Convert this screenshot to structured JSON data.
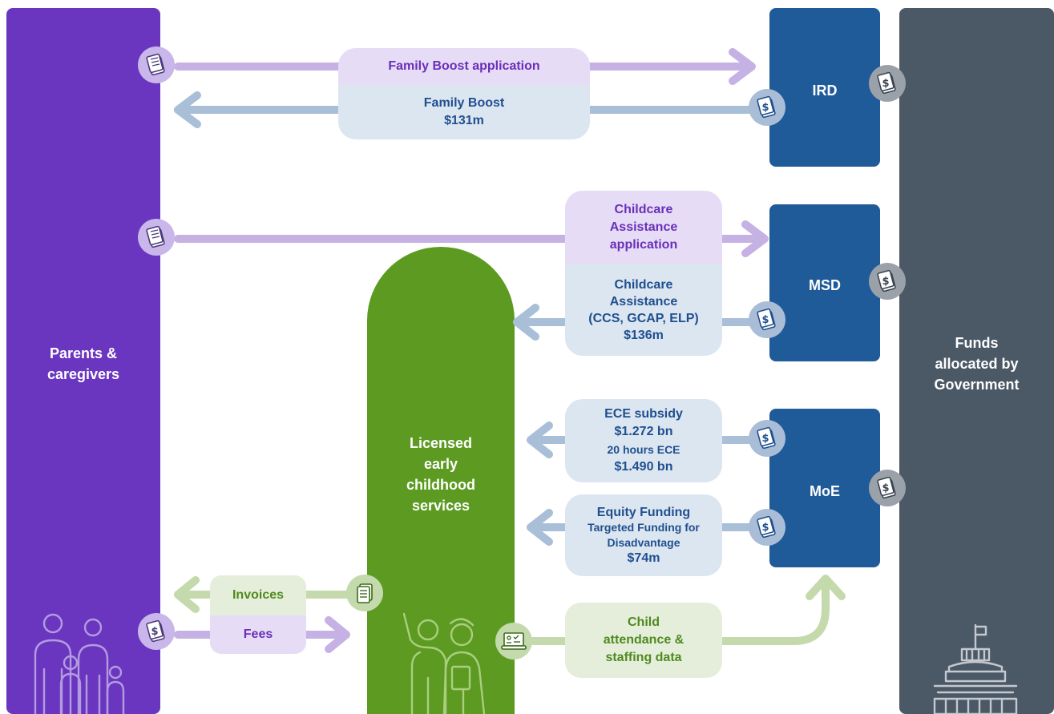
{
  "left_column": {
    "label": "Parents &\ncaregivers",
    "color": "#6a36bf"
  },
  "right_column": {
    "label": "Funds\nallocated by\nGovernment",
    "color": "#4b5866"
  },
  "agencies": {
    "ird": "IRD",
    "msd": "MSD",
    "moe": "MoE",
    "color": "#1f5a99"
  },
  "ece_services": {
    "label": "Licensed\nearly\nchildhood\nservices",
    "color": "#5c9a22"
  },
  "flows": {
    "family_boost_application": "Family Boost application",
    "family_boost_line1": "Family Boost",
    "family_boost_line2": "$131m",
    "childcare_application": "Childcare\nAssistance\napplication",
    "childcare_assist_line1": "Childcare\nAssistance",
    "childcare_assist_line2": "(CCS, GCAP, ELP)",
    "childcare_assist_line3": "$136m",
    "ece_subsidy_line1": "ECE subsidy",
    "ece_subsidy_line2": "$1.272 bn",
    "ece_subsidy_line3": "20 hours ECE",
    "ece_subsidy_line4": "$1.490 bn",
    "equity_line1": "Equity Funding",
    "equity_line2": "Targeted Funding for\nDisadvantage",
    "equity_line3": "$74m",
    "invoices": "Invoices",
    "fees": "Fees",
    "attendance": "Child\nattendance &\nstaffing data"
  },
  "icons": {
    "document": "document-icon",
    "money": "money-document-icon",
    "laptop": "laptop-checklist-icon",
    "family": "family-icon",
    "teachers": "teachers-icon",
    "parliament": "parliament-building-icon"
  },
  "colors": {
    "purple_arrow": "#c5b1e3",
    "blue_arrow": "#a9bfd8",
    "green_arrow": "#c4daac",
    "badge_purple": "#c9b6ea",
    "badge_blue": "#a9bdd6",
    "badge_grey": "#9aa1a9"
  }
}
